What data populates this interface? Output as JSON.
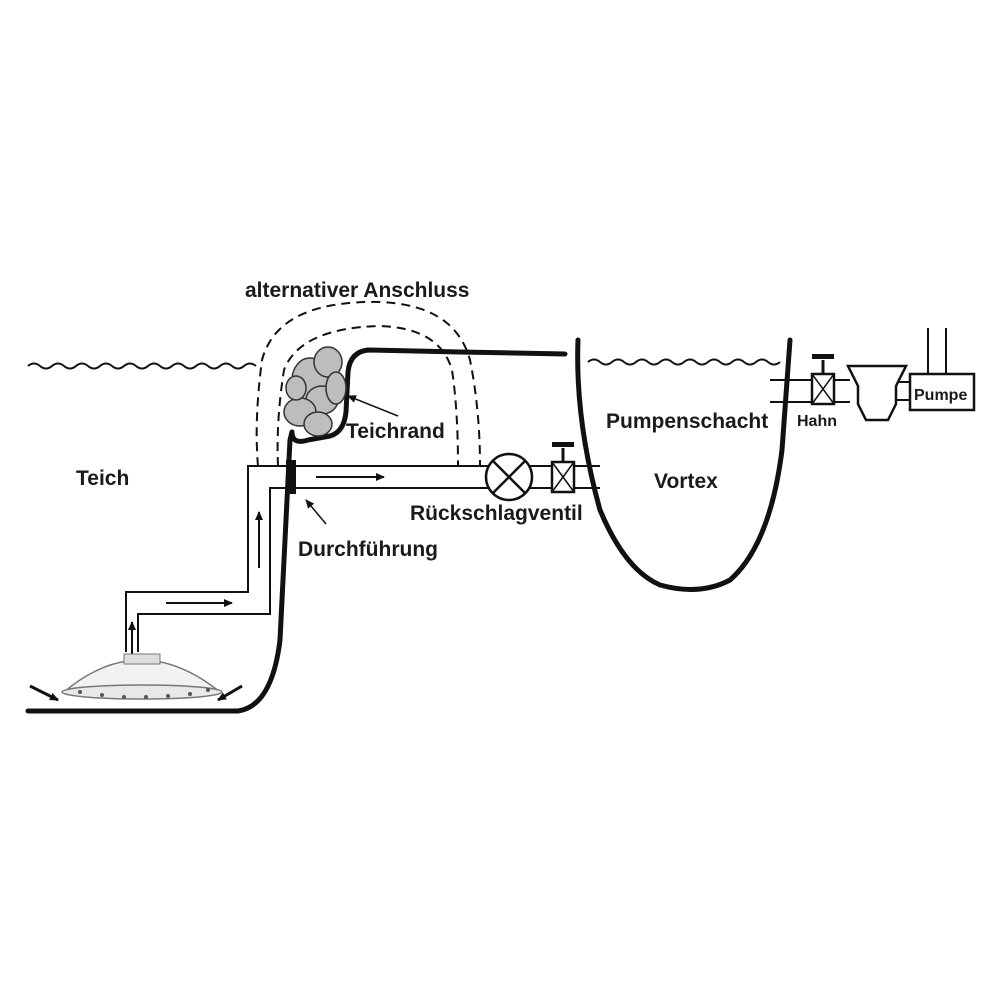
{
  "labels": {
    "alternative_connection": "alternativer Anschluss",
    "pond": "Teich",
    "pond_edge": "Teichrand",
    "feedthrough": "Durchführung",
    "check_valve": "Rückschlagventil",
    "pump_shaft": "Pumpenschacht",
    "vortex": "Vortex",
    "tap": "Hahn",
    "pump": "Pumpe"
  },
  "colors": {
    "line": "#111111",
    "plant_fill": "#bdbdbd",
    "background": "#ffffff"
  },
  "icons": [
    "bottom-drain-icon",
    "valve-icon",
    "check-valve-icon",
    "tap-icon",
    "pump-icon",
    "plant-icon",
    "flow-arrow-icon"
  ]
}
